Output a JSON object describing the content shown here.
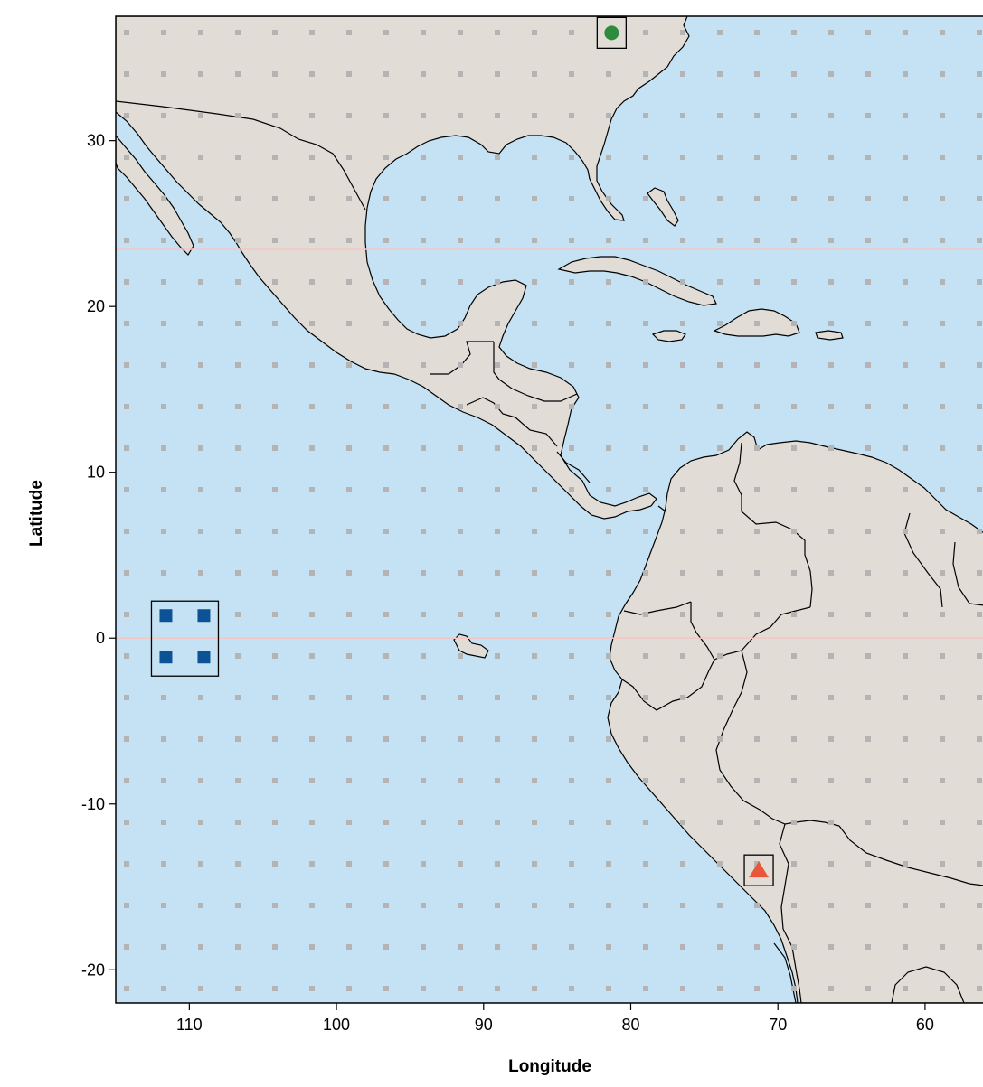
{
  "axes": {
    "x_label": "Longitude",
    "y_label": "Latitude",
    "x_ticks": [
      110,
      100,
      90,
      80,
      70,
      60
    ],
    "y_ticks": [
      30,
      20,
      10,
      0,
      -10,
      -20
    ],
    "x_range": [
      115,
      56
    ],
    "y_range": [
      -22,
      37.5
    ]
  },
  "colors": {
    "ocean": "#c4e2f4",
    "land": "#e2dcd6",
    "border": "#000000",
    "grid_dot": "#b4b4b4",
    "reference_line": "#f3c6c6",
    "marker_green": "#2e8b3e",
    "marker_blue": "#0b5296",
    "marker_red": "#e8573a"
  },
  "reference_lines": {
    "latitudes": [
      0,
      23.44
    ]
  },
  "markers": [
    {
      "id": "green-circle",
      "shape": "circle",
      "color": "#2e8b3e",
      "lon": 81.3,
      "lat": 36.5,
      "count": 1
    },
    {
      "id": "blue-squares",
      "shape": "square",
      "color": "#0b5296",
      "lon": 110.3,
      "lat": 0,
      "count": 4
    },
    {
      "id": "red-triangle",
      "shape": "triangle",
      "color": "#e8573a",
      "lon": 71.3,
      "lat": -14,
      "count": 1
    }
  ]
}
